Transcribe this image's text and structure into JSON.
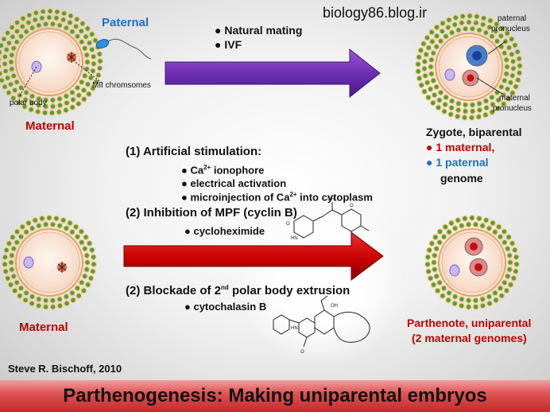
{
  "watermark": "biology86.blog.ir",
  "top": {
    "paternal_label": "Paternal",
    "mii_label": "MII chromsomes",
    "polar_body_label": "polar body",
    "maternal_label": "Maternal",
    "methods": [
      "Natural mating",
      "IVF"
    ],
    "paternal_pronucleus": [
      "paternal",
      "pronucleus"
    ],
    "maternal_pronucleus": [
      "maternal",
      "pronucleus"
    ],
    "zygote_title": "Zygote, biparental",
    "zygote_maternal": "1 maternal,",
    "zygote_paternal": "1 paternal",
    "zygote_genome": "genome"
  },
  "middle": {
    "step1_title": "(1) Artificial stimulation:",
    "ca_prefix": "Ca",
    "ca_sup": "2+",
    "ca_suffix": " ionophore",
    "electrical": "electrical activation",
    "micro_prefix": "microinjection of Ca",
    "micro_sup": "2+",
    "micro_suffix": " into cytoplasm",
    "step2_title": "(2) Inhibition of MPF (cyclin B)",
    "cycloheximide": "cycloheximide",
    "step3_prefix": "(2) Blockade of 2",
    "step3_sup": "nd",
    "step3_suffix": " polar body extrusion",
    "cytochalasin": "cytochalasin B"
  },
  "bottom": {
    "maternal_label": "Maternal",
    "parthenote_title": "Parthenote, uniparental",
    "parthenote_sub": "(2 maternal genomes)"
  },
  "credit": "Steve R. Bischoff, 2010",
  "footer_title": "Parthenogenesis:  Making uniparental embryos",
  "colors": {
    "maternal_red": "#c00000",
    "paternal_blue": "#1f6fc2",
    "arrow_purple": "#6a2bb0",
    "arrow_red": "#c80000",
    "footer_red": "#d23c3c"
  }
}
